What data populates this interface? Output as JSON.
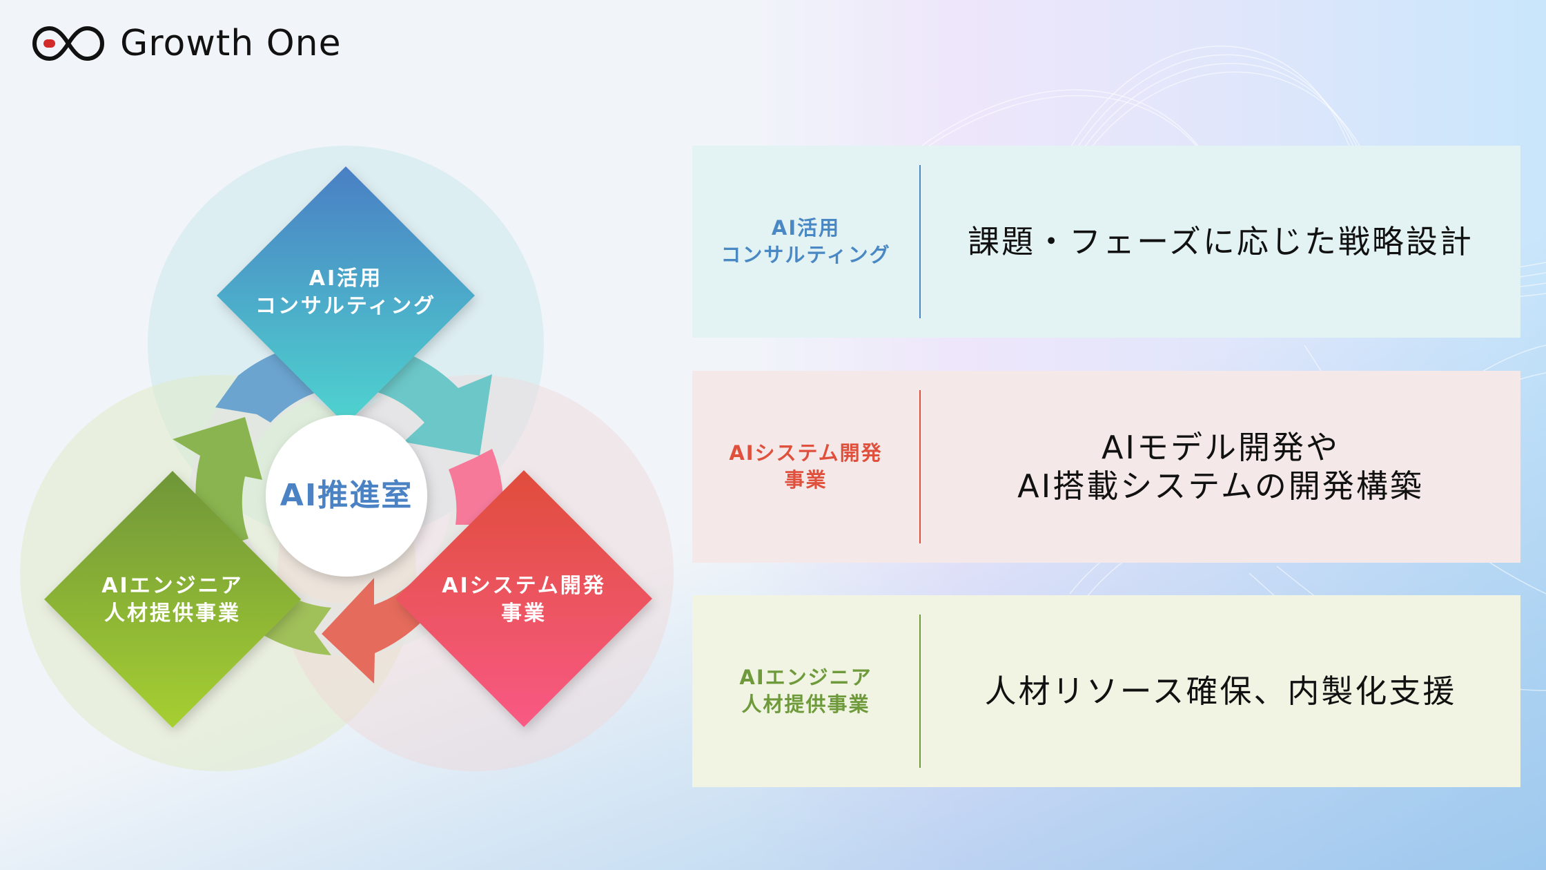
{
  "brand": {
    "name": "Growth One",
    "logo_icon": "infinity-icon",
    "logo_dot_color": "#d32a2a"
  },
  "diagram": {
    "center": {
      "label": "AI推進室",
      "color": "#4a82c4"
    },
    "nodes": [
      {
        "id": "consulting",
        "line1": "AI活用",
        "line2": "コンサルティング",
        "gradient": [
          "#4a7fc4",
          "#4fd4cf"
        ]
      },
      {
        "id": "system",
        "line1": "AIシステム開発",
        "line2": "事業",
        "gradient": [
          "#e04d3b",
          "#f85a84"
        ]
      },
      {
        "id": "engineer",
        "line1": "AIエンジニア",
        "line2": "人材提供事業",
        "gradient": [
          "#6f9639",
          "#a6cf32"
        ]
      }
    ]
  },
  "cards": [
    {
      "label_line1": "AI活用",
      "label_line2": "コンサルティング",
      "label_color": "#4a88c4",
      "bg": "#e3f3f4",
      "desc_line1": "課題・フェーズに応じた戦略設計",
      "desc_line2": ""
    },
    {
      "label_line1": "AIシステム開発",
      "label_line2": "事業",
      "label_color": "#e0513d",
      "bg": "#f4e9e8",
      "desc_line1": "AIモデル開発や",
      "desc_line2": "AI搭載システムの開発構築"
    },
    {
      "label_line1": "AIエンジニア",
      "label_line2": "人材提供事業",
      "label_color": "#6f9a3c",
      "bg": "#f1f4e2",
      "desc_line1": "人材リソース確保、内製化支援",
      "desc_line2": ""
    }
  ]
}
